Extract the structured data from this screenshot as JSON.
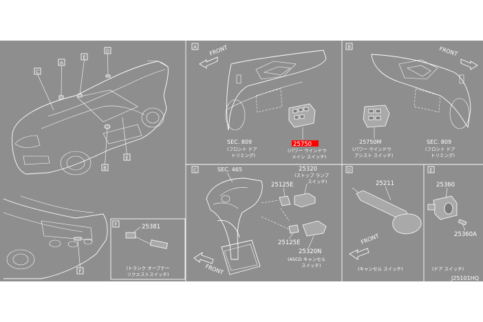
{
  "panels": {
    "overview": {
      "callouts": [
        "C",
        "A",
        "E",
        "D",
        "B",
        "E"
      ]
    },
    "rear": {
      "callouts": [
        "F"
      ]
    },
    "A": {
      "letter": "A",
      "front_label": "FRONT",
      "sec_part": "SEC. 809",
      "sec_desc_1": "(フロント ドア",
      "sec_desc_2": "トリミング)",
      "part_no": "25750",
      "part_desc_1": "(パワー ウインドウ",
      "part_desc_2": "メイン スイッチ)"
    },
    "B": {
      "letter": "B",
      "front_label": "FRONT",
      "part_no": "25750M",
      "part_desc_1": "(パワー ウインドウ",
      "part_desc_2": "アシスト スイッチ)",
      "sec_part": "SEC. 809",
      "sec_desc_1": "(フロント ドア",
      "sec_desc_2": "トリミング)"
    },
    "C": {
      "letter": "C",
      "sec_part": "SEC. 465",
      "part_25320": "25320",
      "part_25320_desc_1": "(ストップ ランプ",
      "part_25320_desc_2": "スイッチ)",
      "part_25125E_top": "25125E",
      "part_25125E_bottom": "25125E",
      "part_25320N": "25320N",
      "part_25320N_desc_1": "(ASCD キャンセル",
      "part_25320N_desc_2": "スイッチ)",
      "front_label": "FRONT"
    },
    "D": {
      "letter": "D",
      "part_no": "25211",
      "front_label": "FRONT",
      "part_desc": "(キャンセル スイッチ)"
    },
    "E": {
      "letter": "E",
      "part_25360": "25360",
      "part_25360A": "25360A",
      "part_desc": "(ドア スイッチ)"
    },
    "F": {
      "letter": "F",
      "part_no": "25381",
      "part_desc_1": "(トランク オープナー",
      "part_desc_2": "リクエストスイッチ)"
    }
  },
  "diagram_code": "J25101HQ",
  "colors": {
    "background": "#8e8e8e",
    "line": "#ffffff",
    "highlight": "#ff0000"
  }
}
